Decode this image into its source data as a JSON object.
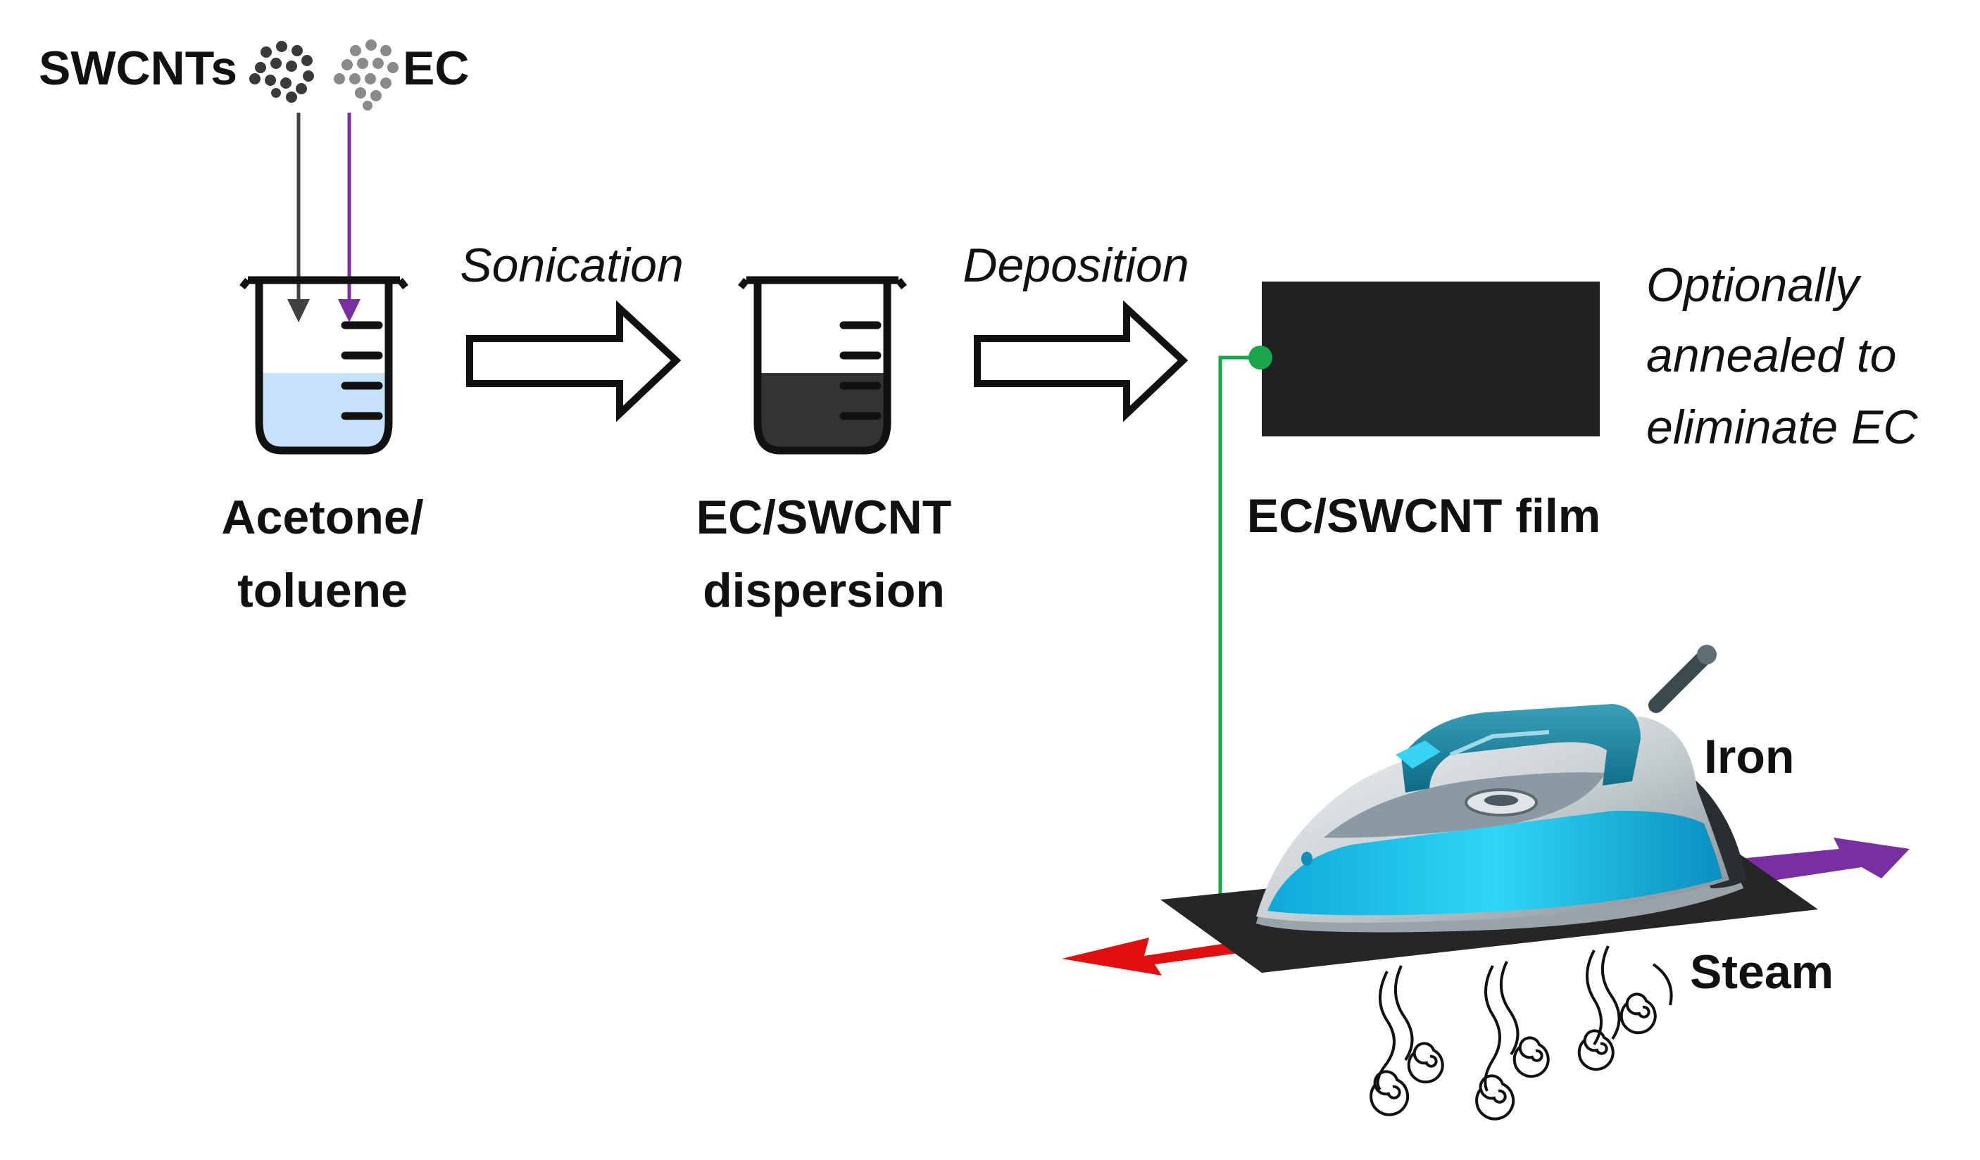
{
  "labels": {
    "swcnts": "SWCNTs",
    "ec": "EC",
    "sonication": "Sonication",
    "deposition": "Deposition",
    "optional_line1": "Optionally",
    "optional_line2": "annealed to",
    "optional_line3": "eliminate EC",
    "solvent_line1": "Acetone/",
    "solvent_line2": "toluene",
    "dispersion_line1": "EC/SWCNT",
    "dispersion_line2": "dispersion",
    "film": "EC/SWCNT film",
    "iron": "Iron",
    "steam": "Steam"
  },
  "colors": {
    "swcnt_particles": "#3a3a3a",
    "ec_particles": "#8a8a8a",
    "swcnt_arrow": "#404040",
    "ec_arrow": "#7a2fa0",
    "solvent_liquid": "#c6e2fb",
    "dispersion_liquid": "#333333",
    "film": "#222222",
    "connector": "#1aa64a",
    "left_motion_arrow": "#e01010",
    "right_motion_arrow": "#7a2fa0",
    "iron_body": "#1ec8ee",
    "iron_shell": "#cfd6da"
  },
  "icons": {
    "beaker": "beaker-icon",
    "process_arrow": "hollow-right-arrow-icon",
    "iron": "steam-iron-icon",
    "steam": "steam-swirl-icon",
    "particles": "particle-cluster-icon"
  }
}
